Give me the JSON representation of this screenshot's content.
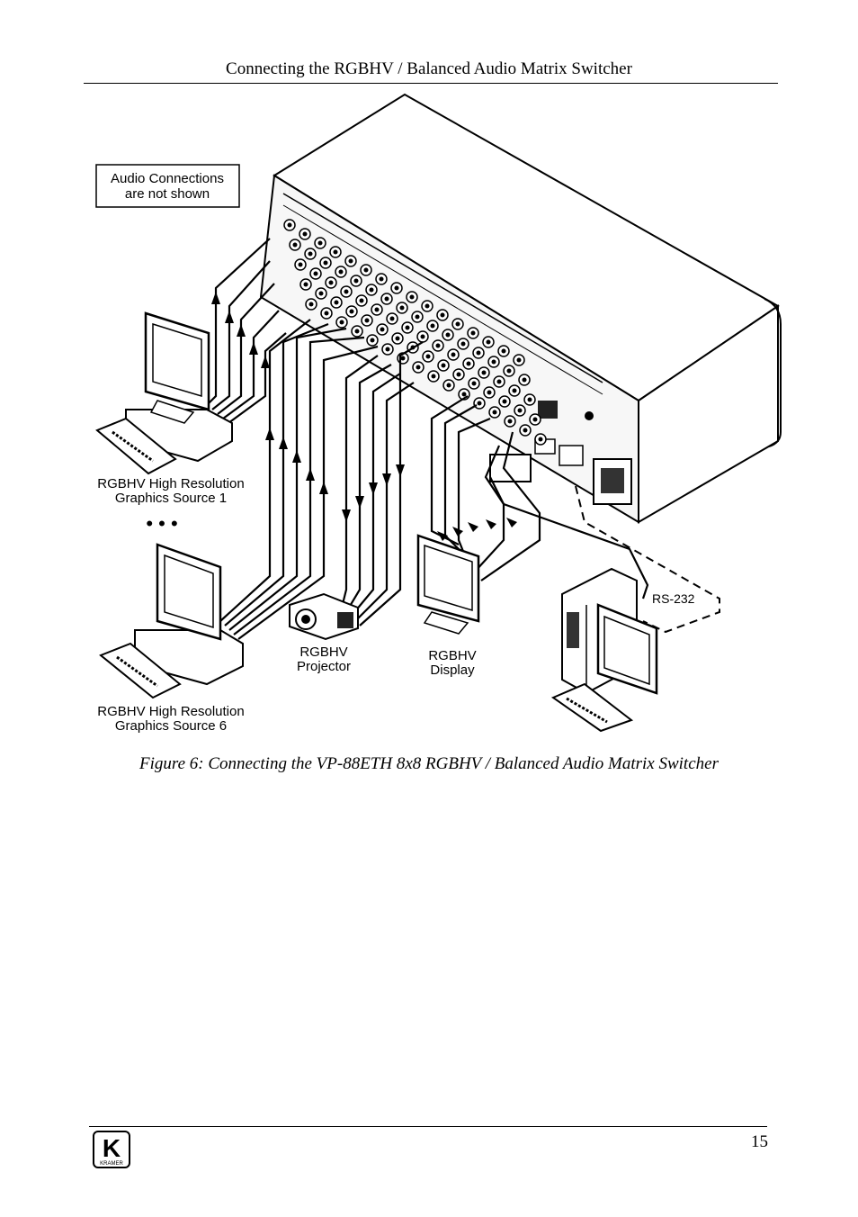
{
  "header": {
    "title": "Connecting the RGBHV / Balanced Audio Matrix Switcher"
  },
  "figure": {
    "note_box": {
      "line1": "Audio Connections",
      "line2": "are not shown"
    },
    "source1": {
      "line1": "RGBHV High Resolution",
      "line2": "Graphics Source 1"
    },
    "ellipsis": "• • •",
    "source6": {
      "line1": "RGBHV High Resolution",
      "line2": "Graphics Source 6"
    },
    "projector": {
      "line1": "RGBHV",
      "line2": "Projector"
    },
    "display": {
      "line1": "RGBHV",
      "line2": "Display"
    },
    "serial": {
      "label": "RS-232"
    }
  },
  "caption": "Figure 6: Connecting the VP-88ETH 8x8 RGBHV / Balanced Audio Matrix Switcher",
  "footer": {
    "page_number": "15",
    "logo_letter": "K",
    "logo_word": "KRAMER"
  }
}
